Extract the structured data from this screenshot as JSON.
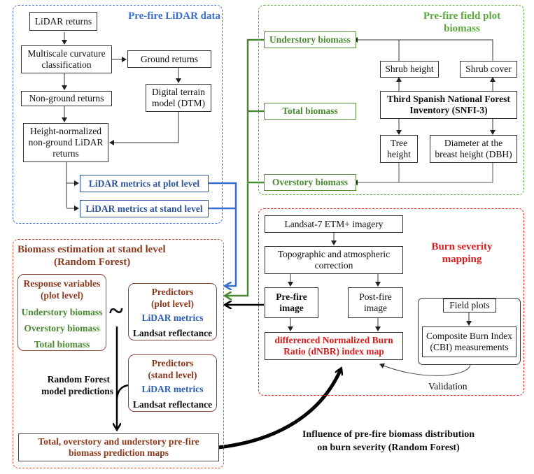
{
  "colors": {
    "lidar": "#3a6fd0",
    "field": "#5aa83c",
    "biomass": "#d9532a",
    "burn": "#e02020",
    "brown_text": "#8b3a1e",
    "green_text": "#4a8a32",
    "blue_text": "#2e5fb0",
    "red_text": "#d42020"
  },
  "lidar_panel": {
    "title": "Pre-fire LiDAR data",
    "nodes": {
      "lidar_returns": "LiDAR returns",
      "msc_line1": "Multiscale curvature",
      "msc_line2": "classification",
      "ground_returns": "Ground returns",
      "dtm_line1": "Digital terrain",
      "dtm_line2": "model (DTM)",
      "nonground_returns": "Non-ground returns",
      "hn_line1": "Height-normalized",
      "hn_line2": "non-ground LiDAR",
      "hn_line3": "returns",
      "metrics_plot": "LiDAR metrics at plot level",
      "metrics_stand": "LiDAR metrics at stand level"
    }
  },
  "field_panel": {
    "title_line1": "Pre-fire field plot",
    "title_line2": "biomass",
    "nodes": {
      "understory": "Understory biomass",
      "total": "Total biomass",
      "overstory": "Overstory biomass",
      "shrub_height": "Shrub height",
      "shrub_cover": "Shrub cover",
      "snfi_line1": "Third Spanish National Forest",
      "snfi_line2": "Inventory (SNFI-3)",
      "tree_height_line1": "Tree",
      "tree_height_line2": "height",
      "dbh_line1": "Diameter at the",
      "dbh_line2": "breast height (DBH)"
    }
  },
  "biomass_panel": {
    "title_line1": "Biomass estimation at stand level",
    "title_line2": "(Random Forest)",
    "response": {
      "title_line1": "Response variables",
      "title_line2": "(plot level)",
      "items": [
        "Understory biomass",
        "Overstory biomass",
        "Total biomass"
      ]
    },
    "tilde": "~",
    "predictors_plot": {
      "title_line1": "Predictors",
      "title_line2": "(plot level)",
      "lidar": "LiDAR metrics",
      "landsat": "Landsat reflectance"
    },
    "predictors_stand": {
      "title_line1": "Predictors",
      "title_line2": "(stand level)",
      "lidar": "LiDAR metrics",
      "landsat": "Landsat reflectance"
    },
    "rf_label_line1": "Random Forest",
    "rf_label_line2": "model predictions",
    "output_line1": "Total, overstory and understory pre-fire",
    "output_line2": "biomass prediction maps"
  },
  "burn_panel": {
    "title_line1": "Burn severity",
    "title_line2": "mapping",
    "nodes": {
      "landsat": "Landsat-7 ETM+ imagery",
      "topo_line1": "Topographic and atmospheric",
      "topo_line2": "correction",
      "prefire_line1": "Pre-fire",
      "prefire_line2": "image",
      "postfire_line1": "Post-fire",
      "postfire_line2": "image",
      "dnbr_line1": "differenced Normalized Burn",
      "dnbr_line2": "Ratio (dNBR) index map",
      "field_plots": "Field plots",
      "cbi_line1": "Composite Burn Index",
      "cbi_line2": "(CBI) measurements"
    },
    "validation_label": "Validation"
  },
  "influence_label_line1": "Influence of pre-fire biomass distribution",
  "influence_label_line2": "on burn severity (Random Forest)"
}
